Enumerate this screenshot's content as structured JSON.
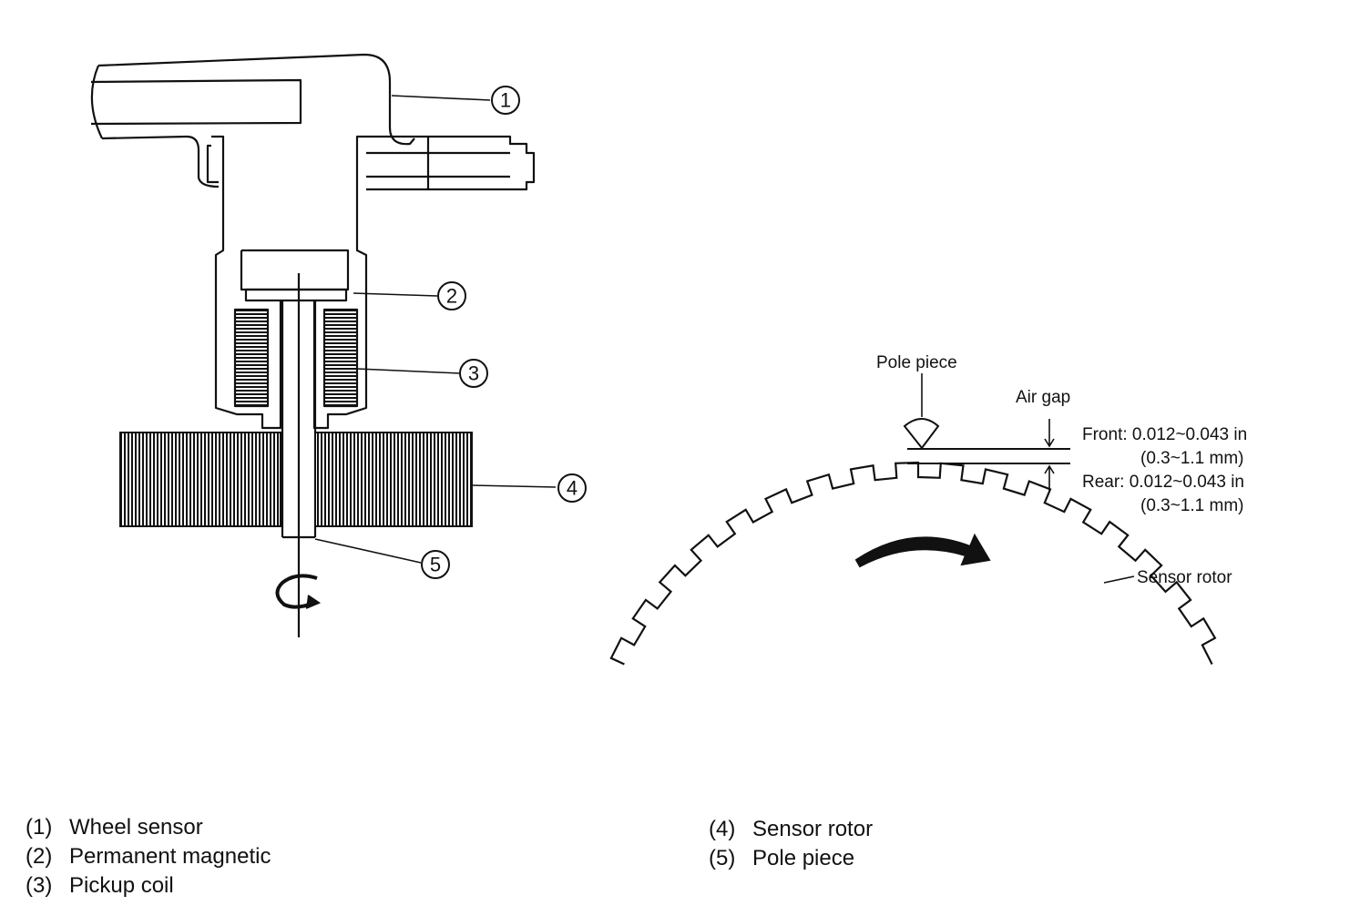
{
  "callouts": [
    "1",
    "2",
    "3",
    "4",
    "5"
  ],
  "rotor_diagram": {
    "pole_piece_label": "Pole piece",
    "air_gap_label": "Air gap",
    "front_label": "Front: 0.012~0.043 in",
    "front_mm": "(0.3~1.1 mm)",
    "rear_label": "Rear: 0.012~0.043 in",
    "rear_mm": "(0.3~1.1 mm)",
    "sensor_rotor_label": "Sensor rotor"
  },
  "legend_left": [
    {
      "num": "(1)",
      "text": "Wheel sensor"
    },
    {
      "num": "(2)",
      "text": "Permanent magnetic"
    },
    {
      "num": "(3)",
      "text": "Pickup coil"
    }
  ],
  "legend_right": [
    {
      "num": "(4)",
      "text": "Sensor rotor"
    },
    {
      "num": "(5)",
      "text": "Pole piece"
    }
  ]
}
